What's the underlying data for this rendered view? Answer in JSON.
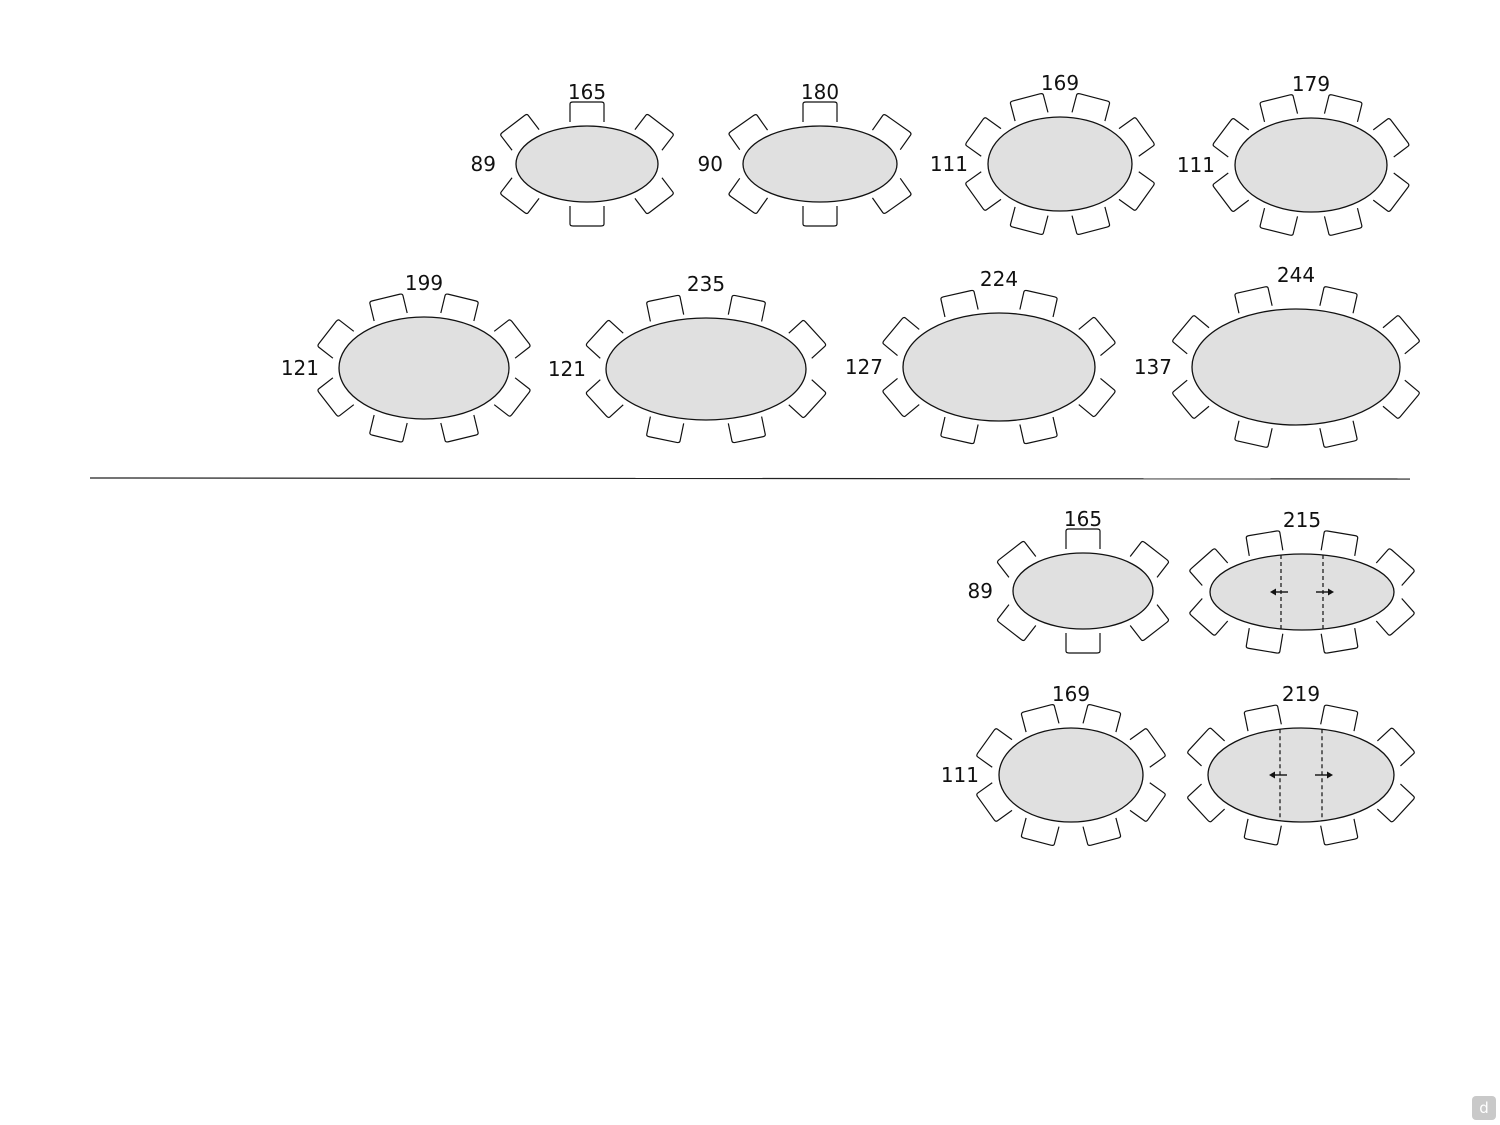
{
  "tables": [
    {
      "id": "t1",
      "length": "165",
      "width": "89",
      "chairs": 6,
      "extendable": false
    },
    {
      "id": "t2",
      "length": "180",
      "width": "90",
      "chairs": 6,
      "extendable": false
    },
    {
      "id": "t3",
      "length": "169",
      "width": "111",
      "chairs": 8,
      "extendable": false
    },
    {
      "id": "t4",
      "length": "179",
      "width": "111",
      "chairs": 8,
      "extendable": false
    },
    {
      "id": "t5",
      "length": "199",
      "width": "121",
      "chairs": 8,
      "extendable": false
    },
    {
      "id": "t6",
      "length": "235",
      "width": "121",
      "chairs": 8,
      "extendable": false
    },
    {
      "id": "t7",
      "length": "224",
      "width": "127",
      "chairs": 8,
      "extendable": false
    },
    {
      "id": "t8",
      "length": "244",
      "width": "137",
      "chairs": 8,
      "extendable": false
    },
    {
      "id": "t9",
      "length": "165",
      "width": "89",
      "chairs": 6,
      "extendable": false
    },
    {
      "id": "t10",
      "length": "215",
      "width": "",
      "chairs": 8,
      "extendable": true
    },
    {
      "id": "t11",
      "length": "169",
      "width": "111",
      "chairs": 8,
      "extendable": false
    },
    {
      "id": "t12",
      "length": "219",
      "width": "",
      "chairs": 8,
      "extendable": true
    }
  ],
  "watermark": "d"
}
